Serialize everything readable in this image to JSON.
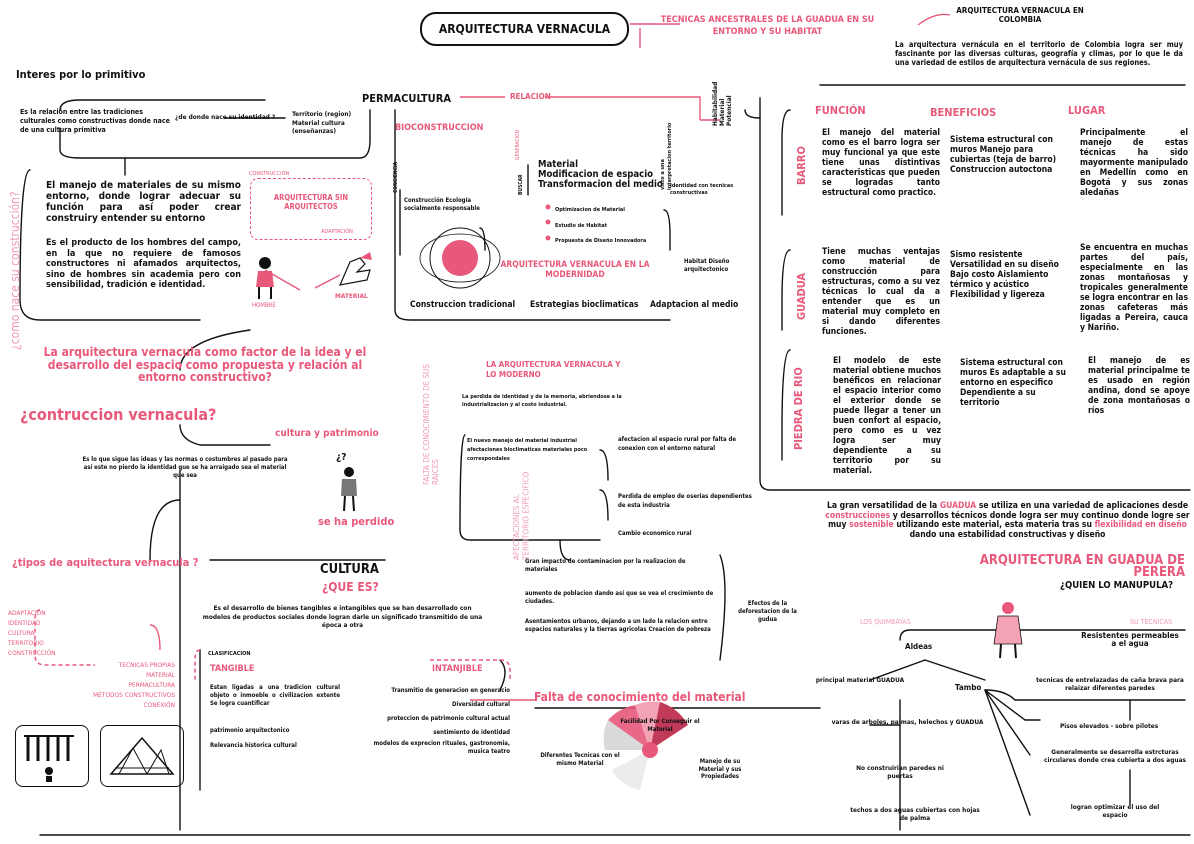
{
  "header": {
    "main_title": "ARQUITECTURA VERNACULA",
    "subtitle": "TECNICAS ANCESTRALES DE LA GUADUA EN SU ENTORNO Y SU HABITAT",
    "colombia_title": "ARQUITECTURA VERNACULA EN COLOMBIA",
    "colombia_text": "La arquitectura vernácula en el territorio de Colombia logra ser muy fascinante por las diversas culturas, geografía y climas, por lo que le da una variedad de estilos de arquitectura vernácula de sus regiones."
  },
  "primitivo": {
    "title": "Interes por lo primitivo",
    "relation": "Es la relación entre las tradiciones culturales como constructivas donde nace de una cultura primitiva",
    "question": "¿de donde nace su identidad ?",
    "list": "Territorio (region) Material cultura (enseñanzas)",
    "side": "¿como nace su construcción?",
    "p1": "El manejo de materiales de su mismo entorno, donde lograr adecuar su función para así poder crear construiry entender su entorno",
    "p2": "Es el producto de los hombres del campo, en la que no requiere de famosos constructores ni afamados arquitectos, sino de hombres sin academia pero con sensibilidad, tradición e identidad.",
    "construccion": "CONSTRUCCIÓN",
    "sin_arq": "ARQUITECTURA SIN ARQUITECTOS",
    "adaptacion": "ADAPTACIÓN",
    "hombre": "HOMBRE",
    "material": "MATERIAL"
  },
  "permacultura": {
    "title": "PERMACULTURA",
    "relacion": "RELACION",
    "bioconstruccion": "BIOCONSTRUCCION",
    "conciencia": "CONCIENCIA",
    "generacion": "GENERACION",
    "buscar": "BUSCAR",
    "bio_list": "Construcción Ecología socialmente responsable",
    "mat1": "Material",
    "mat2": "Modificacion de espacio",
    "mat3": "Transformacion del medio",
    "opt1": "Optimizacion de Material",
    "opt2": "Estudio de Habitat",
    "opt3": "Propuesta de Diseño Innovadora",
    "vision": "visto a una interpretacion territorio",
    "identidad": "Identidad con tecnicas constructivas",
    "habitabilidad": "Habitabilidad Material Potencial",
    "habitat": "Habitat Diseño arquitectonico",
    "modernidad": "ARQUITECTURA VERNACULA EN LA MODERNIDAD",
    "b1": "Construccion tradicional",
    "b2": "Estrategias bioclimaticas",
    "b3": "Adaptacion al medio"
  },
  "factor": {
    "title": "La arquitectura vernacula como factor de la idea y el desarrollo del espacio como propuesta y relación al entorno constructivo?"
  },
  "construccion_vernacula": {
    "title": "¿contruccion vernacula?",
    "cultura_patrimonio": "cultura y patrimonio",
    "text": "Es lo que sigue las ideas y las normas o costumbres al pasado para así este no pierdo la identidad que se ha arraigado sea el material que sea",
    "q": "¿?",
    "perdido": "se ha perdido"
  },
  "moderno": {
    "side": "FALTA DE CONOCIMIENTO DE SUS RAICES",
    "title": "LA ARQUITECTURA VERNACULA Y LO MODERNO",
    "p1": "La perdida de identidad y de la memoria, abriendose a la industrializacion y al costo industrial.",
    "p2": "El nuevo manejo del material industrial afectaciones bioclimaticas materiales poco correspondales",
    "afect": "afectacion al espacio rural por falta de conexion con el entorno natural",
    "perdida": "Perdida de empleo de oserias dependientes de esta industria",
    "cambio": "Cambio economico rural",
    "side2": "AFECTACIONES AL TERRITORIO ESPECIFICO",
    "impacto": "Gran impacto de contaminacion por la realizacion de materiales",
    "aumento": "aumento de poblacion dando así que se vea el crecimiento de ciudades.",
    "asentamientos": "Asentamientos urbanos, dejando a un lado la relacion entre espacios naturales y la tierras agricolas Creacion de pobreza",
    "efectos": "Efectos de la deforestacion de la gudua"
  },
  "tipos": {
    "title": "¿tipos de aquitectura vernacula ?",
    "left": [
      "ADAPTACIÓN",
      "IDENTIDAD",
      "CULTURA",
      "TERRITORIO",
      "CONSTRUCCIÓN"
    ],
    "right": [
      "TECNICAS PROPIAS",
      "MATERIAL",
      "PERMACULTURA",
      "MÉTODOS CONSTRUCTIVOS",
      "CONEXIÓN"
    ]
  },
  "cultura": {
    "title": "CULTURA",
    "que_es": "¿QUE ES?",
    "def": "Es el desarrollo de bienes tangibles e intangibles que se han desarrollado con modelos de productos sociales donde logran darle un significado transmitido de una época a otra",
    "clasificacion": "CLASIFICACION",
    "tangible": "TANGIBLE",
    "tangible_text": "Estan ligadas a una tradicion cultural objeto o inmoeble o civilizacion extente Se logra cuantificar",
    "patrimonio": "patrimonio arquitectonico",
    "relevancia": "Relevancia historica cultural",
    "intangible": "INTANJIBLE",
    "intangible_list": [
      "Transmitio de generacion en generacio",
      "Diversidad cultural",
      "proteccion de patrimonio cultural actual",
      "sentimiento de identidad",
      "modelos de exprecion rituales, gastronomia, musica teatro"
    ]
  },
  "falta": {
    "title": "Falta de conocimiento del material",
    "f1": "Facilidad Por Conseguir el Material",
    "f2": "Diferentes Tecnicas con el mismo Material",
    "f3": "Manejo de su Material y sus Propiedades"
  },
  "table": {
    "headers": [
      "FUNCIÓN",
      "BENEFICIOS",
      "LUGAR"
    ],
    "rows": [
      {
        "label": "BARRO",
        "funcion": "El manejo del material como es el barro logra ser muy funcional ya que este tiene unas distintivas caracteristicas que pueden se logradas tanto estructural como practico.",
        "beneficios": "Sistema estructural con muros Manejo para cubiertas (teja de barro) Construccion autoctona",
        "lugar": "Principalmente el manejo de estas técnicas ha sido mayormente manipulado en Medellín como en Bogotá y sus zonas aledañas"
      },
      {
        "label": "GUADUA",
        "funcion": "Tiene muchas ventajas como material de construcción para estructuras, como a su vez técnicas lo cual da a entender que es un material muy completo en si dando diferentes funciones.",
        "beneficios": "Sismo resistente Versatilidad en su diseño Bajo costo Aislamiento térmico y acústico Flexibilidad y ligereza",
        "lugar": "Se encuentra en muchas partes del país, especialmente en las zonas montañosas y tropicales generalmente se logra encontrar en las zonas cafeteras más ligadas a Pereira, cauca y Nariño."
      },
      {
        "label": "PIEDRA DE RIO",
        "funcion": "El modelo de este material obtiene muchos benéficos en relacionar el espacio interior como el exterior donde se puede llegar a tener un buen confort al espacio, pero como es u vez logra ser muy dependiente a su territorio por su material.",
        "beneficios": "Sistema estructural con muros Es adaptable a su entorno en especifico Dependiente a su territorio",
        "lugar": "El manejo de es material principalme te es usado en región andina, dond se apoye de zona montañosas o ríos"
      }
    ]
  },
  "versatilidad": {
    "t1": "La gran versatilidad de la ",
    "g": "GUADUA",
    "t2": " se utiliza en una variedad de aplicaciones desde ",
    "c": "construcciones",
    "t3": " y desarrollos técnicos donde logra ser muy continuo donde logre ser muy ",
    "s": "sostenible",
    "t4": " utilizando este material, esta materia tras su ",
    "f": "flexibilidad en diseño",
    "t5": " dando una estabilidad constructivas y diseño"
  },
  "pereira": {
    "title": "ARQUITECTURA EN GUADUA DE PERERA",
    "question": "¿QUIEN LO MANUPULA?",
    "quimbayas": "LOS QUIMBAYAS",
    "tecnicas": "SU TECNICAS",
    "aldeas": "Aldeas",
    "principal": "principal material GUADUA",
    "tambo": "Tambo",
    "resistentes": "Resistentes permeables a el agua",
    "entrelazadas": "tecnicas de entrelazadas de caña brava para relaizar diferentes paredes",
    "varas": "varas de arboles, palmas, helechos y GUADUA",
    "pisos": "Pisos elevados - sobre pilotes",
    "generalmente": "Generalmente se desarrolla estrcturas circulares donde crea cubierta a dos aguas",
    "no_paredes": "No construirian paredes ni puertas",
    "techos": "techos a dos aguas cubiertas con hojas de palma",
    "logran": "logran optimizar el uso del espacio"
  },
  "colors": {
    "accent": "#e8587a",
    "light": "#f09ab0",
    "ink": "#111111"
  }
}
